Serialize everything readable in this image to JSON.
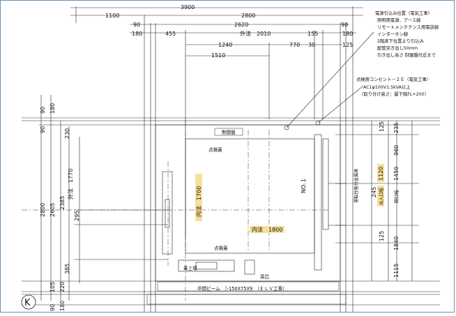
{
  "dims_top": {
    "overall": "3900",
    "left_offset": "1100",
    "shaft_width": "2800",
    "row3": [
      "90",
      "2620",
      "90"
    ],
    "row4": [
      "180",
      "455",
      "外法　2010",
      "155",
      "180"
    ],
    "row5": [
      "1240",
      "770",
      "30",
      "125"
    ],
    "row6": "1510"
  },
  "dims_left": {
    "overall": "2800",
    "wall_a": "90",
    "wall_b": "180",
    "inner": "2605",
    "inner2": "2385",
    "outer_label": "外法　1770",
    "top_gap": "230",
    "mid": "295",
    "low": "385",
    "bot_a": "105",
    "bot_b": "220",
    "bot_c": "90",
    "bot_d": "180"
  },
  "dims_right": {
    "d125a": "125",
    "d235": "235",
    "d960": "960",
    "d1120": "1120",
    "d1450": "1450",
    "d245": "245",
    "d125b": "125",
    "d1840": "1840",
    "d1115": "1115",
    "label_opening": "出入口幅",
    "label_door": "開口幅",
    "label_vertical": "運転性能付金属扉"
  },
  "annotations": {
    "power": [
      "電源引込み位置（電気工事）",
      "照明用電源、アース線",
      "リモートメンテナンス用電話線",
      "インターホン線",
      "2階床下位置より引込み",
      "配管突き出し50mm",
      "引き出し長さ 制御盤付近まで"
    ],
    "outlet": [
      "点検用コンセント－２Ｅ（電気工事）",
      "AC1φ100V1.5kVA以上",
      "（取り付け高さ：最下階FL+200）"
    ]
  },
  "labels": {
    "control_panel": "制御盤",
    "inspection_top": "点検蓋",
    "inspection_bottom": "点検蓋",
    "inner_height": "内法　1700",
    "inner_width": "内法　1800",
    "landing": "乗上場",
    "no1": "NO.１",
    "beam": "中間ビーム　［-150X75X9　（ＥＬＶ工事）",
    "beam_small": "梁芯",
    "k_marker": "K"
  },
  "colors": {
    "highlight": "#f7df9a",
    "frame": "#6a8fb8"
  }
}
